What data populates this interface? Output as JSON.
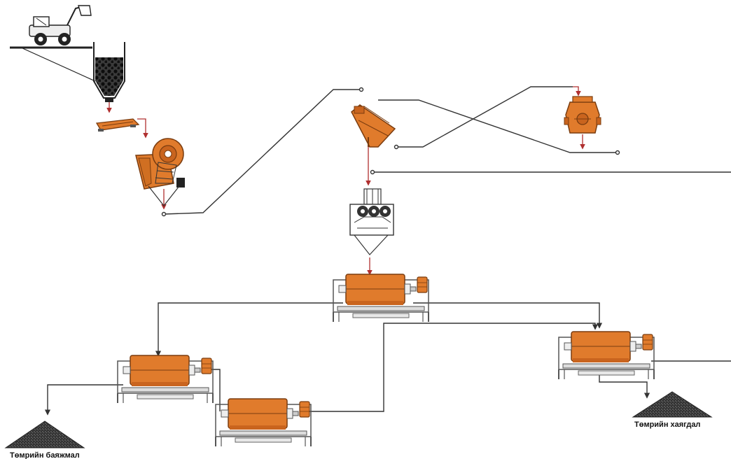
{
  "diagram": {
    "type": "process-flowsheet",
    "nodes": [
      {
        "id": "loader",
        "kind": "wheel-loader-icon"
      },
      {
        "id": "hopper",
        "kind": "hopper-icon"
      },
      {
        "id": "feeder",
        "kind": "vibrating-feeder-icon"
      },
      {
        "id": "jaw_crusher",
        "kind": "jaw-crusher-icon"
      },
      {
        "id": "cone_crusher",
        "kind": "cone-crusher-icon"
      },
      {
        "id": "impact_crusher",
        "kind": "vertical-impact-crusher-icon"
      },
      {
        "id": "hpgr",
        "kind": "roller-press-icon"
      },
      {
        "id": "sep1",
        "kind": "magnetic-separator-icon"
      },
      {
        "id": "sep2",
        "kind": "magnetic-separator-icon"
      },
      {
        "id": "sep3",
        "kind": "magnetic-separator-icon"
      },
      {
        "id": "sep4",
        "kind": "magnetic-separator-icon"
      },
      {
        "id": "pile_left",
        "kind": "stockpile-icon"
      },
      {
        "id": "pile_right",
        "kind": "stockpile-icon"
      }
    ],
    "labels": {
      "pile_left": "Төмрийн баяжмал",
      "pile_right": "Төмрийн хаягдал"
    },
    "colors": {
      "equipment": "#E07B2C",
      "equipment_dark": "#A85316",
      "flow_arrow": "#B03030",
      "line": "#333333",
      "pile": "#2A2A2A"
    }
  }
}
